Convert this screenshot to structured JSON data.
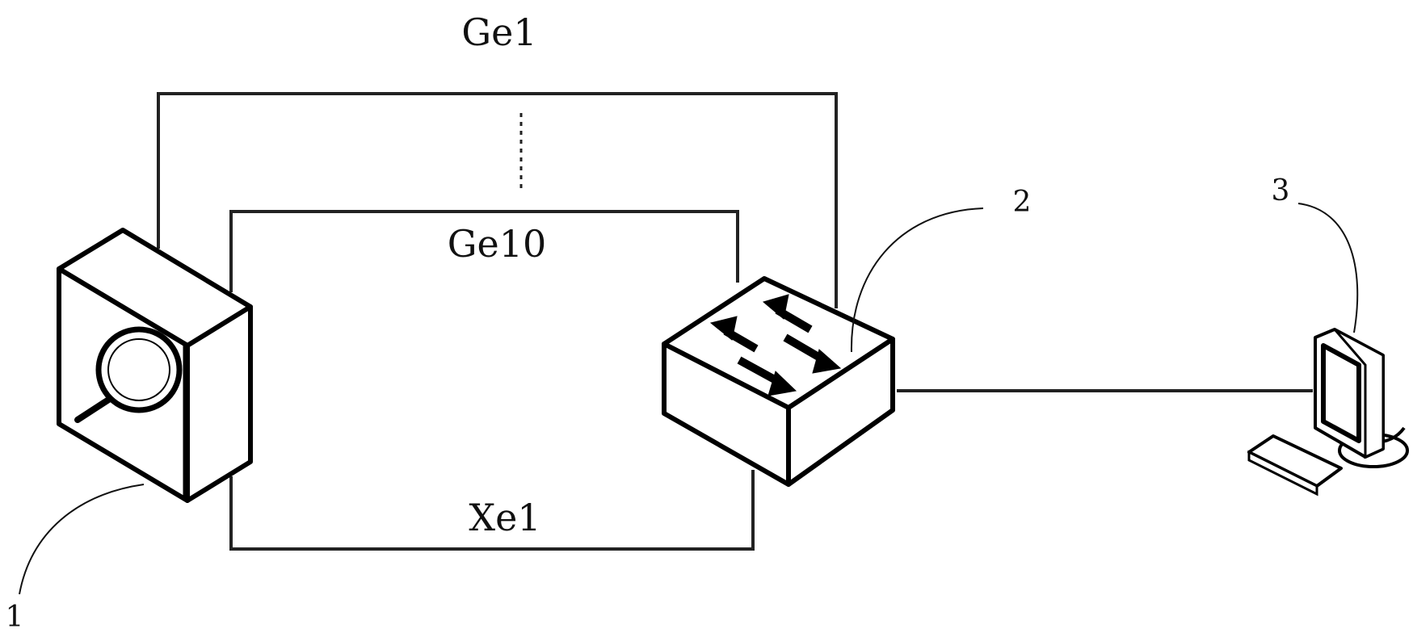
{
  "links": {
    "ge_first": "Ge1",
    "ge_last": "Ge10",
    "xe": "Xe1"
  },
  "callouts": {
    "analyzer": "1",
    "switch": "2",
    "terminal": "3"
  },
  "devices": {
    "analyzer_icon": "magnifier-icon",
    "switch_icon": "switch-arrows-icon",
    "terminal_icon": "computer-monitor-icon"
  },
  "colors": {
    "line": "#222222",
    "fill": "#ffffff"
  }
}
